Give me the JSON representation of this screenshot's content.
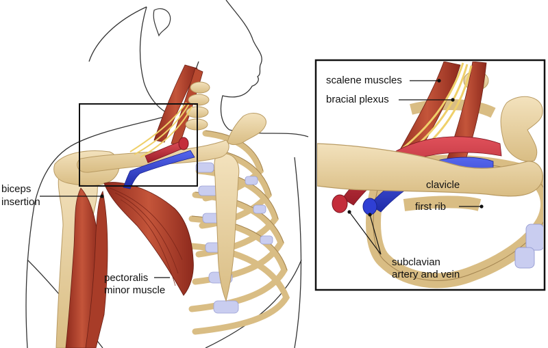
{
  "labels": {
    "scalene": "scalene muscles",
    "plexus": "bracial plexus",
    "clavicle": "clavicle",
    "first_rib": "first rib",
    "subclavian_1": "subclavian",
    "subclavian_2": "artery and vein",
    "biceps_1": "biceps",
    "biceps_2": "insertion",
    "pectoralis_1": "pectoralis",
    "pectoralis_2": "minor muscle"
  },
  "colors": {
    "bone": "#e9d3a3",
    "bone_edge": "#b89a62",
    "muscle": "#b5452f",
    "artery": "#c42d3b",
    "vein": "#2f3fd4",
    "nerve": "#efd06a",
    "cartilage": "#c5c9ee",
    "outline": "#333333"
  }
}
